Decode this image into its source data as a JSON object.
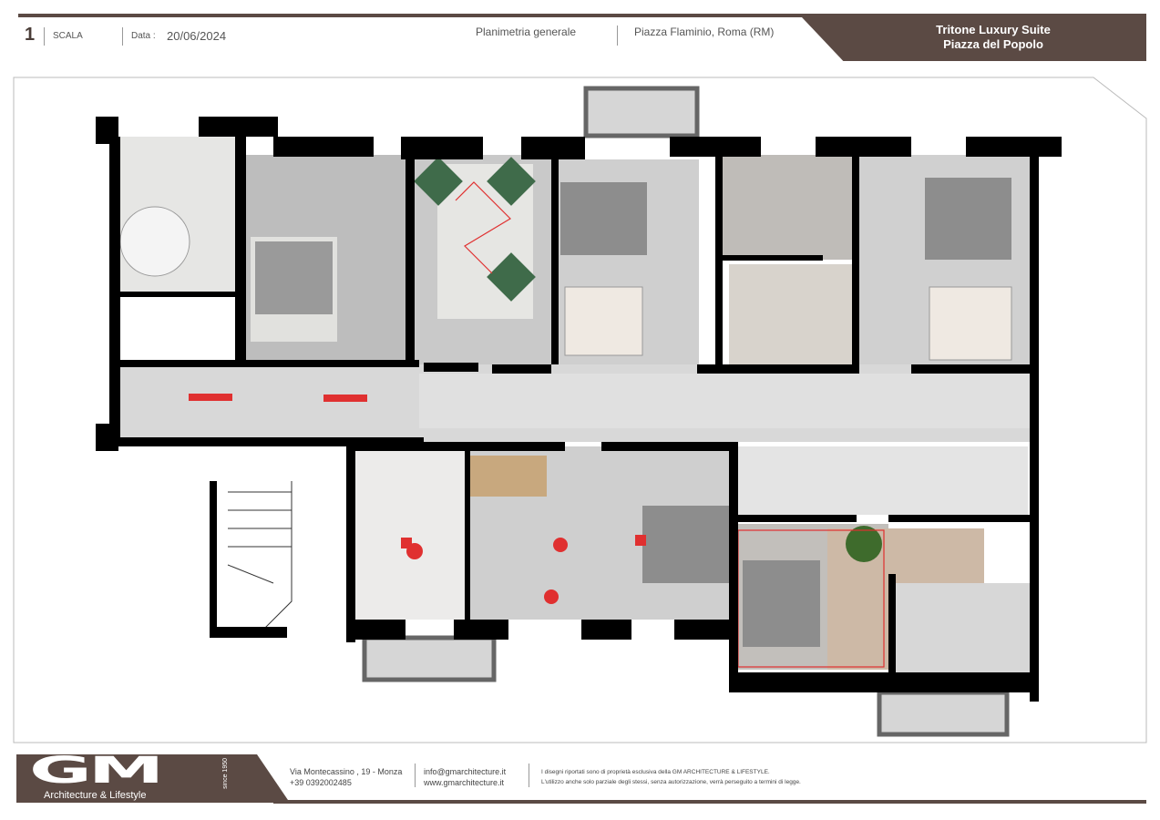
{
  "header": {
    "sheet_number": "1",
    "scale_label": "SCALA",
    "date_label": "Data :",
    "date": "20/06/2024",
    "drawing_type": "Planimetria generale",
    "location": "Piazza Flaminio, Roma (RM)",
    "project_title_line1": "Tritone Luxury Suite",
    "project_title_line2": "Piazza del Popolo"
  },
  "footer": {
    "logo_text": "GM",
    "logo_subtitle": "Architecture & Lifestyle",
    "logo_since": "since 1950",
    "address": "Via Montecassino , 19 - Monza",
    "phone": "+39 0392002485",
    "email": "info@gmarchitecture.it",
    "website": "www.gmarchitecture.it",
    "disclaimer_line1": "I disegni riportati sono di proprietà esclusiva della GM ARCHITECTURE & LIFESTYLE.",
    "disclaimer_line2": "L'utilizzo anche solo parziale degli stessi, senza autorizzazione, verrà perseguito a termini di legge."
  },
  "colors": {
    "brand": "#5b4a44",
    "wall": "#000000",
    "marker": "#e03030"
  }
}
